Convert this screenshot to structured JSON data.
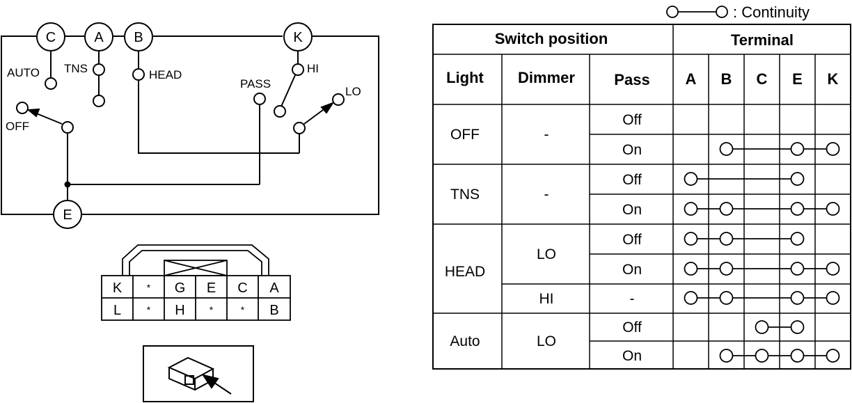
{
  "schematic": {
    "terminals": [
      "C",
      "A",
      "B",
      "K",
      "E"
    ],
    "labels": {
      "auto": "AUTO",
      "tns": "TNS",
      "head": "HEAD",
      "pass": "PASS",
      "hi": "HI",
      "lo": "LO",
      "off": "OFF"
    }
  },
  "connector": {
    "top_row": [
      "K",
      "*",
      "G",
      "E",
      "C",
      "A"
    ],
    "bottom_row": [
      "L",
      "*",
      "H",
      "*",
      "*",
      "B"
    ]
  },
  "legend": {
    "text": ": Continuity"
  },
  "table": {
    "header": {
      "switch_position": "Switch position",
      "terminal": "Terminal",
      "light": "Light",
      "dimmer": "Dimmer",
      "pass": "Pass",
      "terminal_cols": [
        "A",
        "B",
        "C",
        "E",
        "K"
      ]
    },
    "groups": [
      {
        "light": "OFF",
        "dimmer": "-",
        "pass_rows": [
          "Off",
          "On"
        ]
      },
      {
        "light": "TNS",
        "dimmer": "-",
        "pass_rows": [
          "Off",
          "On"
        ]
      },
      {
        "light": "HEAD",
        "dimmer_sub": [
          "LO",
          "HI"
        ],
        "pass_rows": [
          "Off",
          "On",
          "-"
        ]
      },
      {
        "light": "Auto",
        "dimmer": "LO",
        "pass_rows": [
          "Off",
          "On"
        ]
      }
    ],
    "continuity_rows": [
      [],
      [
        "B",
        "E",
        "K"
      ],
      [
        "A",
        "E"
      ],
      [
        "A",
        "B",
        "E",
        "K"
      ],
      [
        "A",
        "B",
        "E"
      ],
      [
        "A",
        "B",
        "E",
        "K"
      ],
      [
        "A",
        "B",
        "E",
        "K"
      ],
      [
        "C",
        "E"
      ],
      [
        "B",
        "C",
        "E",
        "K"
      ]
    ]
  }
}
